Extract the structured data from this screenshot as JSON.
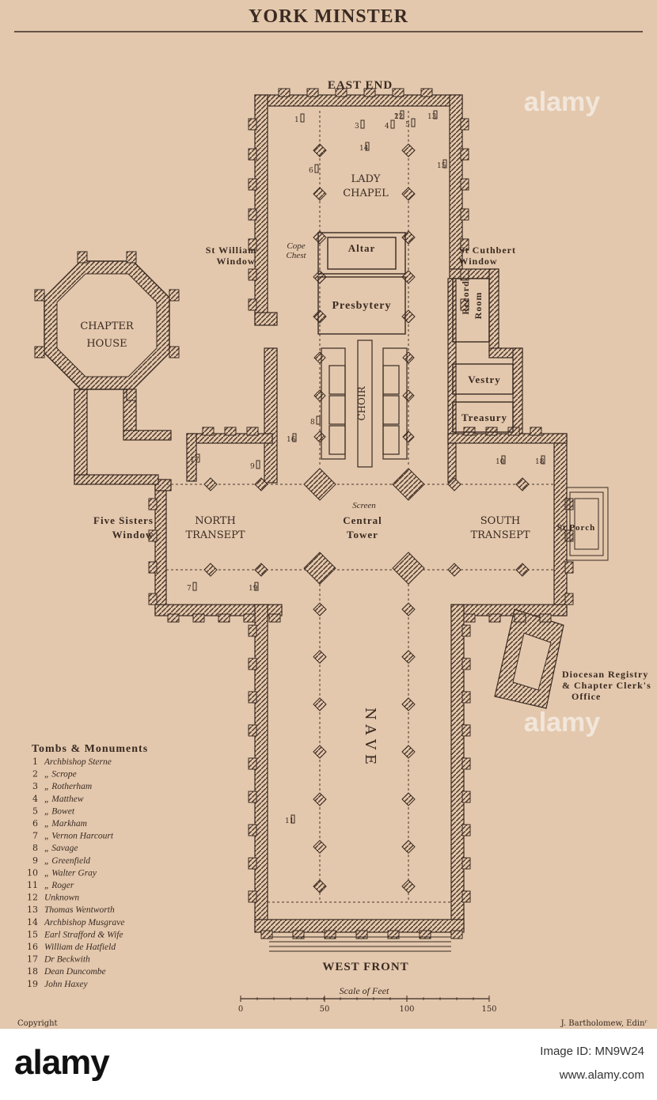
{
  "map": {
    "title": "YORK MINSTER",
    "labels": {
      "east_end": "EAST END",
      "west_front": "WEST FRONT",
      "lady": "LADY",
      "chapel": "CHAPEL",
      "altar": "Altar",
      "cope": "Cope",
      "chest": "Chest",
      "presbytery": "Presbytery",
      "choir": "CHOIR",
      "screen": "Screen",
      "central": "Central",
      "tower": "Tower",
      "nave": "N A V E",
      "north": "NORTH",
      "south": "SOUTH",
      "transept": "TRANSEPT",
      "chapter": "CHAPTER",
      "house": "HOUSE",
      "st_william": "St William",
      "st_cuthbert": "St Cuthbert",
      "window": "Window",
      "record": "Record",
      "room": "Room",
      "vestry": "Vestry",
      "treasury": "Treasury",
      "five_sisters": "Five Sisters",
      "st_porch": "St Porch",
      "diocesan": "Diocesan Registry",
      "chapter_clerks": "& Chapter Clerk's",
      "office": "Office"
    },
    "legend": {
      "title": "Tombs & Monuments",
      "items": [
        {
          "n": "1",
          "name": "Archbishop Sterne"
        },
        {
          "n": "2",
          "name": "„   Scrope"
        },
        {
          "n": "3",
          "name": "„   Rotherham"
        },
        {
          "n": "4",
          "name": "„   Matthew"
        },
        {
          "n": "5",
          "name": "„   Bowet"
        },
        {
          "n": "6",
          "name": "„   Markham"
        },
        {
          "n": "7",
          "name": "„   Vernon Harcourt"
        },
        {
          "n": "8",
          "name": "„   Savage"
        },
        {
          "n": "9",
          "name": "„   Greenfield"
        },
        {
          "n": "10",
          "name": "„   Walter Gray"
        },
        {
          "n": "11",
          "name": "„   Roger"
        },
        {
          "n": "12",
          "name": "Unknown"
        },
        {
          "n": "13",
          "name": "Thomas Wentworth"
        },
        {
          "n": "14",
          "name": "Archbishop Musgrave"
        },
        {
          "n": "15",
          "name": "Earl Strafford & Wife"
        },
        {
          "n": "16",
          "name": "William de Hatfield"
        },
        {
          "n": "17",
          "name": "Dr Beckwith"
        },
        {
          "n": "18",
          "name": "Dean Duncombe"
        },
        {
          "n": "19",
          "name": "John Haxey"
        }
      ]
    },
    "scale": {
      "title": "Scale of Feet",
      "ticks": [
        "0",
        "50",
        "100",
        "150"
      ]
    },
    "copyright": "Copyright",
    "publisher": "J. Bartholomew, Edinʳ",
    "watermark": "alamy",
    "tomb_numbers": [
      "1",
      "2",
      "3",
      "4",
      "5",
      "6",
      "7",
      "8",
      "9",
      "10",
      "11",
      "12",
      "13",
      "14",
      "15",
      "16",
      "17",
      "18",
      "19"
    ]
  },
  "footer": {
    "logo": "alamy",
    "image_id": "Image ID: MN9W24",
    "site": "www.alamy.com"
  },
  "colors": {
    "paper": "#e3c8ad",
    "ink": "#3a2a22"
  }
}
